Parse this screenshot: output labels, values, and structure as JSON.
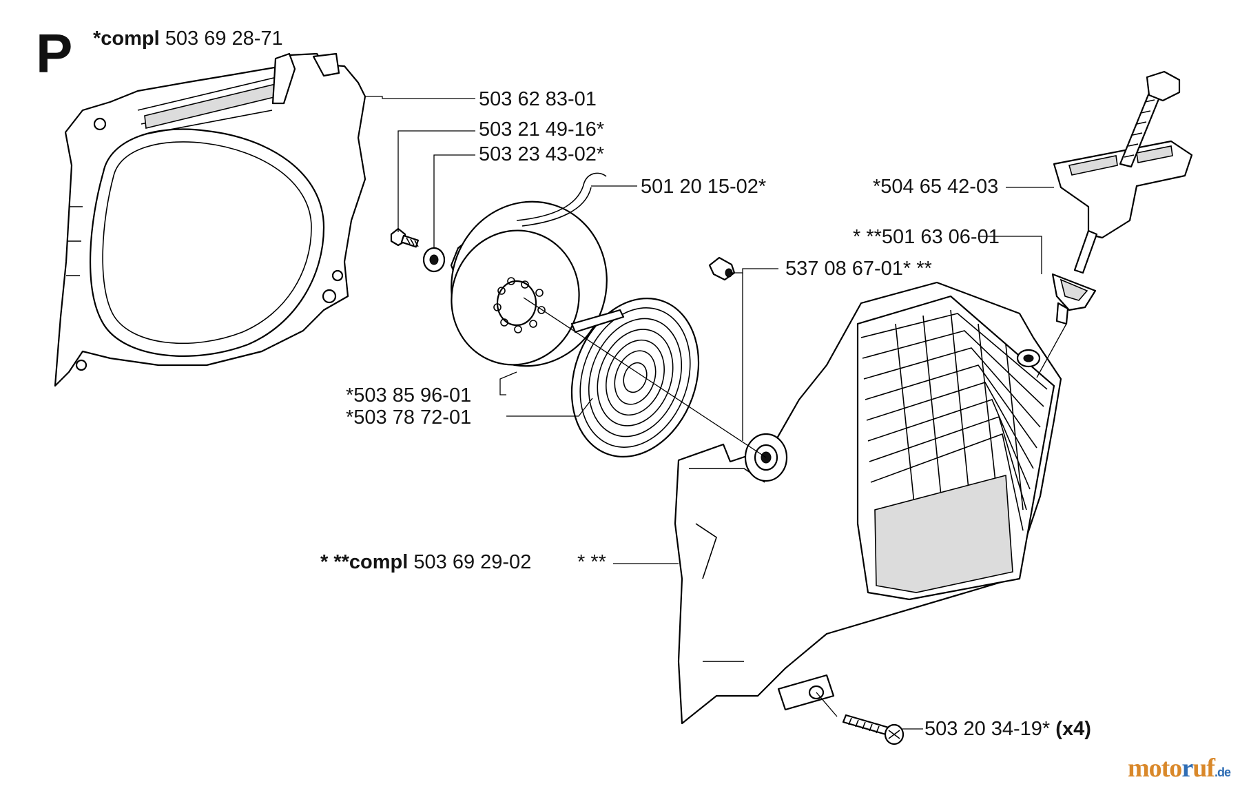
{
  "section_letter": "P",
  "labels": {
    "housing_assembly_prefix": "*compl",
    "housing_assembly_number": "503 69 28-71",
    "fan_housing": "503 62 83-01",
    "pulley_screw": "503 21 49-16*",
    "washer": "503 23 43-02*",
    "starter_cord": "501 20 15-02*",
    "handle": "*504 65 42-03",
    "cord_guide": "* **501 63 06-01",
    "pawl_pin": "537 08 67-01* **",
    "rope_pulley": "*503 85 96-01",
    "recoil_spring": "*503 78 72-01",
    "starter_cover_prefix": "* **compl",
    "starter_cover_number": "503 69 29-02",
    "starter_cover_note": "* **",
    "cover_screw": "503 20 34-19*",
    "cover_screw_qty": "(x4)"
  },
  "watermark": {
    "part1": "moto",
    "part2": "r",
    "part3": "uf",
    "suffix": ".de"
  }
}
